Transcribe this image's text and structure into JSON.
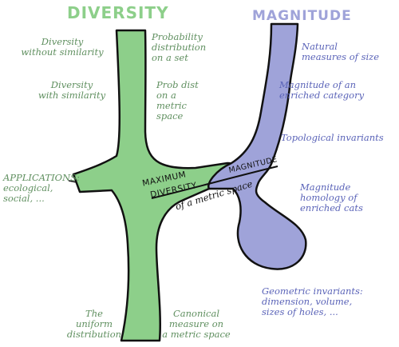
{
  "colors": {
    "diversity": "#8dcf8a",
    "magnitude": "#9fa3d9",
    "outline": "#111111",
    "green_text": "#5f8f5f",
    "blue_text": "#5a63b8"
  },
  "titles": {
    "diversity": "DIVERSITY",
    "magnitude": "MAGNITUDE"
  },
  "left_labels": {
    "diversity_without_similarity": "Diversity\nwithout similarity",
    "diversity_with_similarity": "Diversity\nwith similarity",
    "applications": "APPLICATIONS:\necological,\nsocial, ...",
    "uniform_distribution": "The\nuniform\ndistribution"
  },
  "middle_labels": {
    "probability_distribution": "Probability\ndistribution\non a set",
    "prob_dist_metric_space": "Prob dist\non a\nmetric\nspace",
    "canonical_measure": "Canonical\nmeasure on\na metric space"
  },
  "right_labels": {
    "natural_measures": "Natural\nmeasures of size",
    "magnitude_enriched_category": "Magnitude of an\nenriched category",
    "topological_invariants": "Topological invariants",
    "magnitude_homology": "Magnitude\nhomology of\nenriched cats",
    "geometric_invariants": "Geometric invariants:\ndimension, volume,\nsizes of holes, ..."
  },
  "bridge_labels": {
    "maximum": "MAXIMUM",
    "diversity": "DIVERSITY",
    "magnitude": "MAGNITUDE",
    "of_a_metric_space": "of a metric space"
  }
}
